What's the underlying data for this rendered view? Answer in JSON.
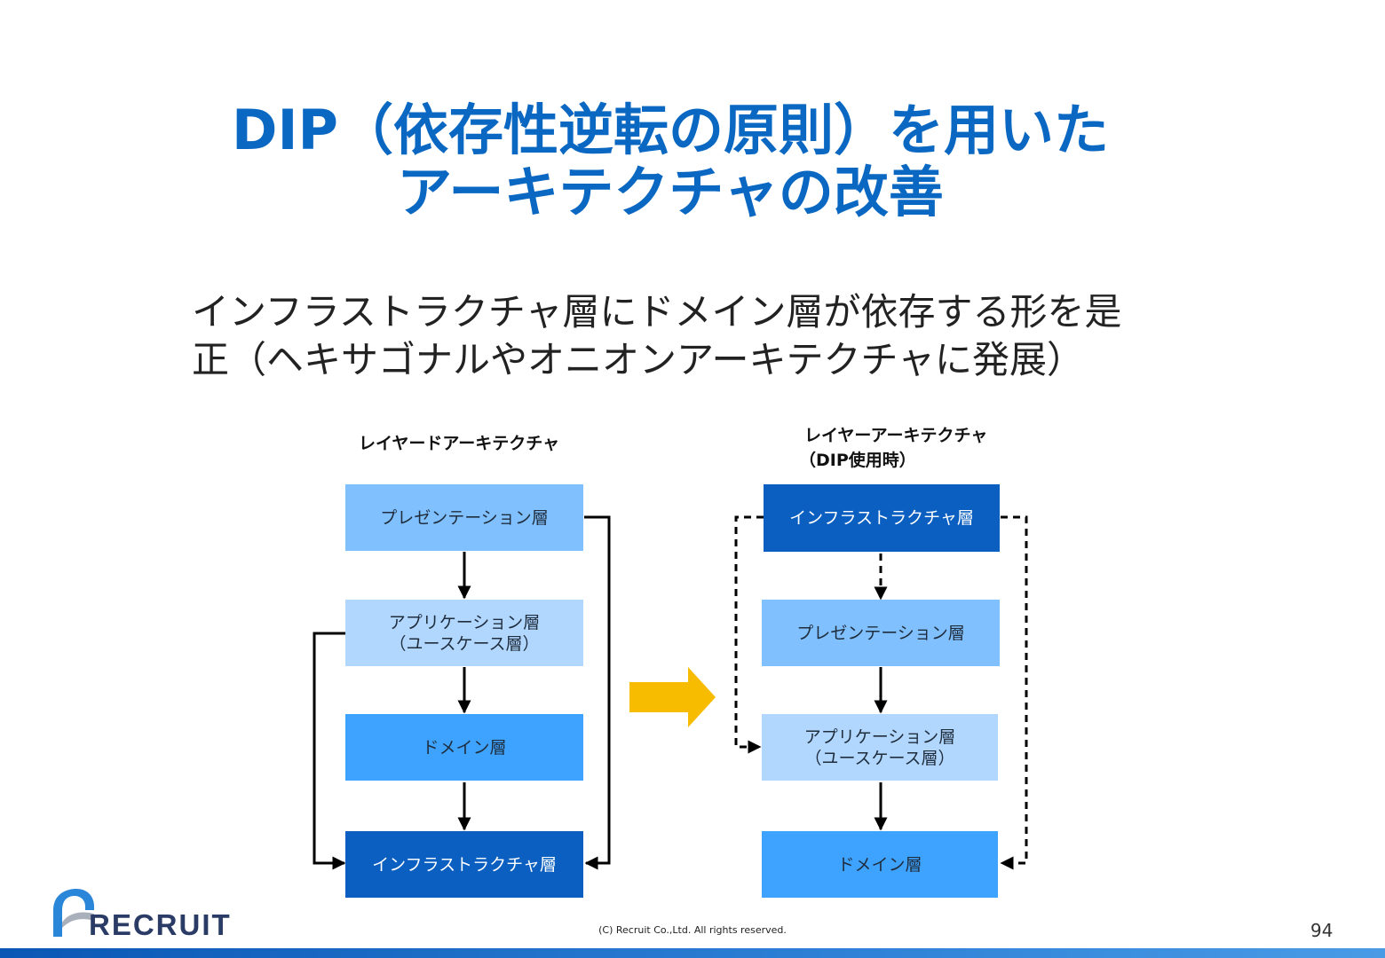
{
  "slide": {
    "title_line1": "DIP（依存性逆転の原則）を用いた",
    "title_line2": "アーキテクチャの改善",
    "subtitle_line1": "インフラストラクチャ層にドメイン層が依存する形を是",
    "subtitle_line2": "正（ヘキサゴナルやオニオンアーキテクチャに発展）",
    "footer": "(C) Recruit Co.,Ltd. All rights reserved.",
    "page_number": "94",
    "logo": "RECRUIT"
  },
  "left_diagram": {
    "heading": "レイヤードアーキテクチャ",
    "layers": {
      "presentation": "プレゼンテーション層",
      "application_line1": "アプリケーション層",
      "application_line2": "（ユースケース層）",
      "domain": "ドメイン層",
      "infrastructure": "インフラストラクチャ層"
    }
  },
  "right_diagram": {
    "heading_line1": "レイヤーアーキテクチャ",
    "heading_line2": "（DIP使用時）",
    "layers": {
      "infrastructure": "インフラストラクチャ層",
      "presentation": "プレゼンテーション層",
      "application_line1": "アプリケーション層",
      "application_line2": "（ユースケース層）",
      "domain": "ドメイン層"
    }
  },
  "colors": {
    "title": "#0b68c2",
    "layer_light": "#80c0ff",
    "layer_pale": "#b2d7ff",
    "layer_mid": "#3ea2ff",
    "layer_dark": "#0a5fc0",
    "transition_arrow": "#f7bc00"
  }
}
